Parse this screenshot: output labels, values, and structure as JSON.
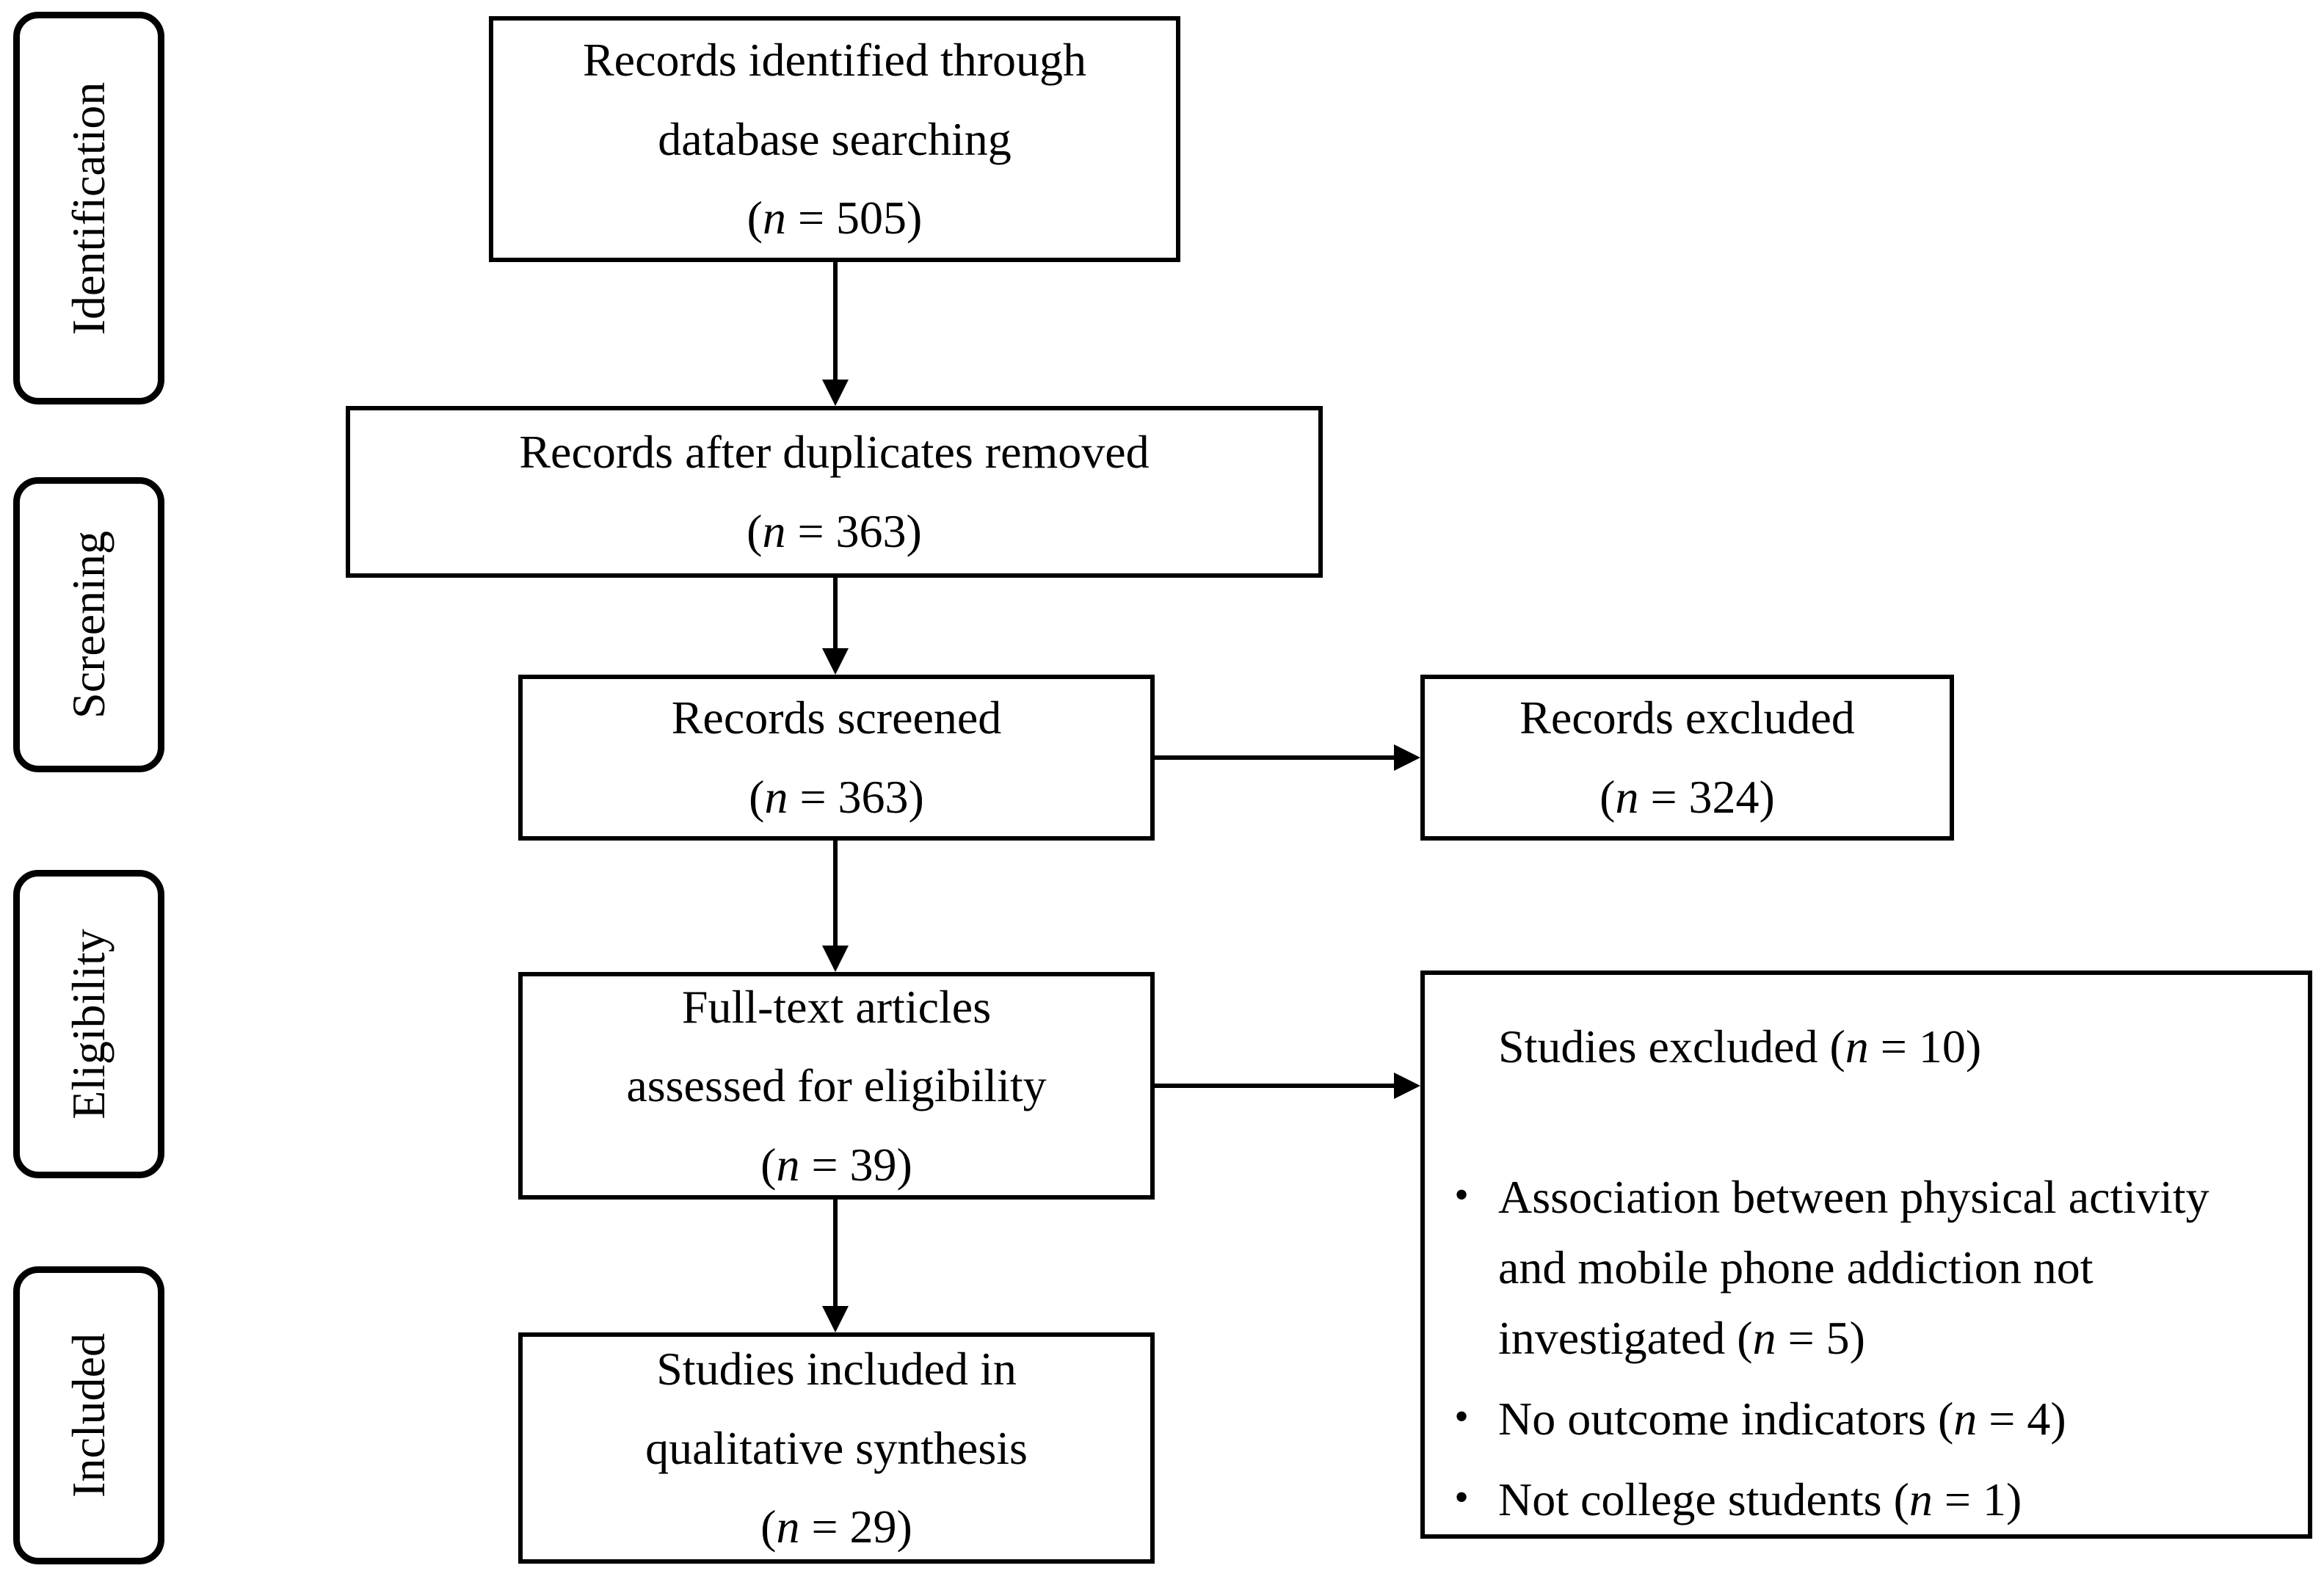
{
  "diagram_type": "prisma-flow-diagram",
  "colors": {
    "line": "#000000",
    "background": "#ffffff",
    "text": "#000000"
  },
  "stages": [
    {
      "label": "Identification"
    },
    {
      "label": "Screening"
    },
    {
      "label": "Eligibility"
    },
    {
      "label": "Included"
    }
  ],
  "boxes": [
    {
      "lines": [
        "Records identified through",
        "database searching",
        "(n = 505)"
      ]
    },
    {
      "lines": [
        "Records after duplicates removed",
        "(n = 363)"
      ]
    },
    {
      "lines": [
        "Records screened",
        "(n = 363)"
      ]
    },
    {
      "lines": [
        "Records excluded",
        "(n = 324)"
      ]
    },
    {
      "lines": [
        "Full-text articles",
        "assessed for eligibility",
        "(n = 39)"
      ]
    },
    {
      "lines": [
        "Studies included in",
        "qualitative synthesis",
        "(n = 29)"
      ]
    }
  ],
  "studies_excluded": {
    "heading": "Studies excluded (n = 10)",
    "bullets": [
      "Association between physical activity and mobile phone addiction not investigated (n = 5)",
      "No outcome indicators (n = 4)",
      "Not college students (n = 1)"
    ]
  }
}
